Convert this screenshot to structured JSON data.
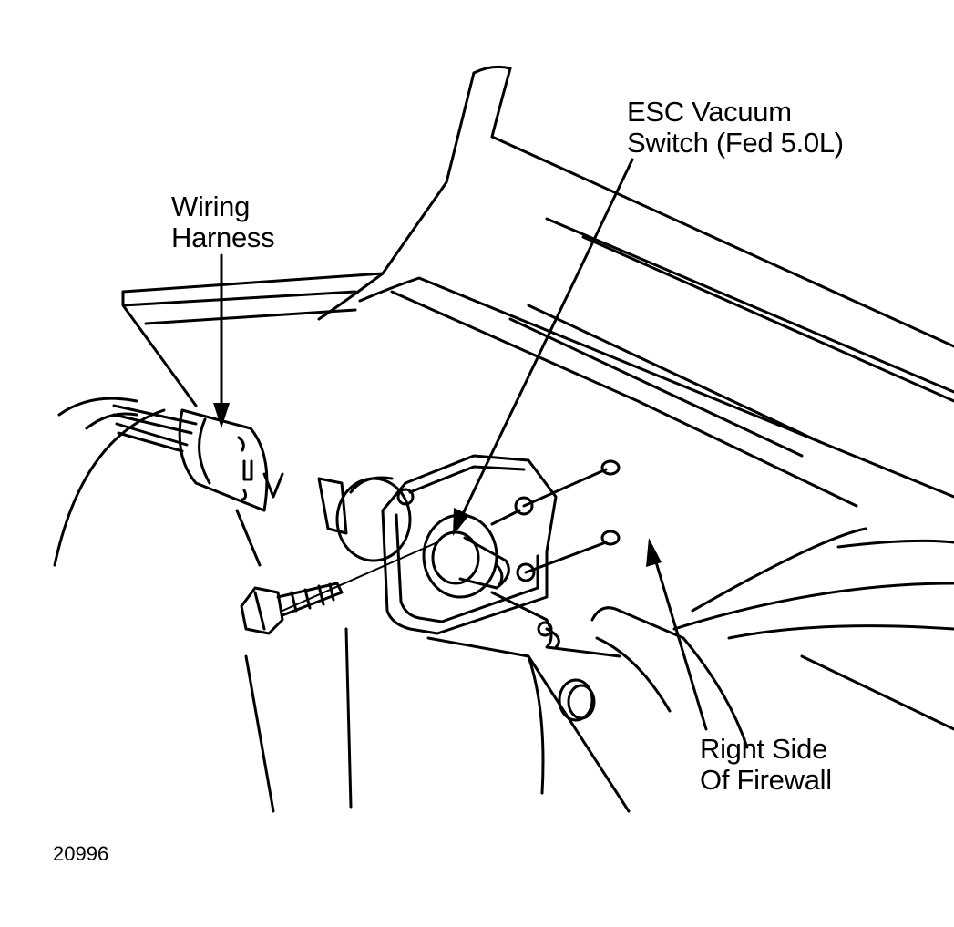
{
  "labels": {
    "wiring_harness": [
      "Wiring",
      "Harness"
    ],
    "esc_vacuum_switch": [
      "ESC Vacuum",
      "Switch (Fed 5.0L)"
    ],
    "right_side_firewall": [
      "Right Side",
      "Of Firewall"
    ]
  },
  "figure_code": "20996",
  "colors": {
    "ink": "#000000",
    "paper": "#ffffff"
  }
}
